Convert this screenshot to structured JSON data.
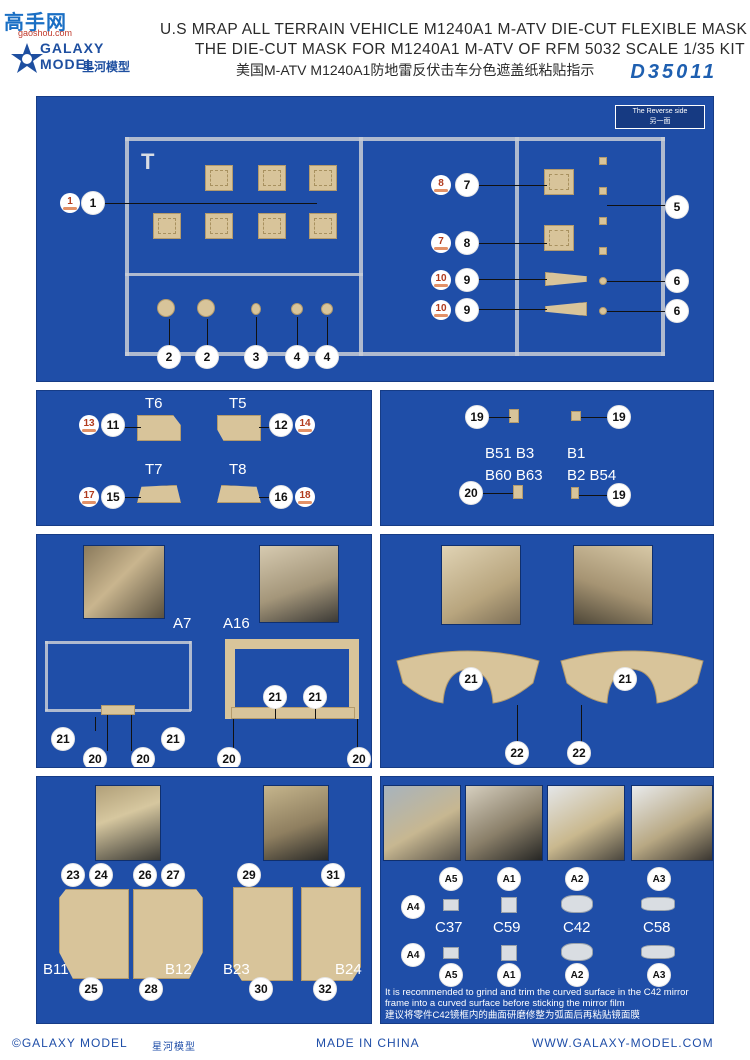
{
  "header": {
    "logo_cn": "高手网",
    "logo_site": "gaoshou.com",
    "brand": "GALAXY MODEL",
    "brand_cn": "星河模型",
    "title_line1": "U.S MRAP ALL TERRAIN VEHICLE M1240A1 M-ATV DIE-CUT FLEXIBLE MASK",
    "title_line2": "THE DIE-CUT MASK FOR M1240A1 M-ATV OF RFM 5032 SCALE 1/35 KIT",
    "title_line3": "美国M-ATV M1240A1防地雷反伏击车分色遮盖纸粘贴指示",
    "product_code": "D35011"
  },
  "panel_sprue": {
    "reverse_en": "The Reverse side",
    "reverse_cn": "另一面",
    "sprue_letter": "T",
    "callouts": [
      "1",
      "2",
      "2",
      "3",
      "4",
      "4",
      "5",
      "6",
      "6",
      "7",
      "8",
      "9",
      "9"
    ],
    "mask_refs": [
      "1",
      "8",
      "7",
      "10",
      "10"
    ]
  },
  "panel_t": {
    "labels": [
      "T6",
      "T5",
      "T7",
      "T8"
    ],
    "callouts": [
      "11",
      "12",
      "15",
      "16"
    ],
    "mask_refs": [
      "13",
      "14",
      "17",
      "18"
    ]
  },
  "panel_b": {
    "labels_row1": [
      "B51",
      "B3",
      "B1"
    ],
    "labels_row2": [
      "B60",
      "B63",
      "B2",
      "B54"
    ],
    "callouts": [
      "19",
      "19",
      "20",
      "19"
    ]
  },
  "panel_a": {
    "labels": [
      "A7",
      "A16"
    ],
    "callouts": [
      "21",
      "20",
      "20",
      "21",
      "21",
      "21",
      "20",
      "20"
    ]
  },
  "panel_fender": {
    "callouts": [
      "21",
      "21",
      "22",
      "22"
    ]
  },
  "panel_doors": {
    "labels": [
      "B11",
      "B12",
      "B23",
      "B24"
    ],
    "callouts": [
      "23",
      "24",
      "26",
      "27",
      "25",
      "28",
      "29",
      "31",
      "30",
      "32"
    ]
  },
  "panel_mirrors": {
    "top_callouts": [
      "A5",
      "A1",
      "A2",
      "A3"
    ],
    "side_callouts": [
      "A4",
      "A4"
    ],
    "labels": [
      "C37",
      "C59",
      "C42",
      "C58"
    ],
    "bottom_callouts": [
      "A5",
      "A1",
      "A2",
      "A3"
    ],
    "note_en": "It is recommended to grind and trim the curved surface in the C42 mirror frame into a curved surface before sticking the mirror film",
    "note_cn": "建议将零件C42镜框内的曲面研磨修整为弧面后再粘贴镜面膜"
  },
  "footer": {
    "left": "©GALAXY MODEL",
    "left_cn": "星河模型",
    "center": "MADE IN CHINA",
    "right": "WWW.GALAXY-MODEL.COM"
  },
  "colors": {
    "panel_blue": "#1f4ea8",
    "part_tan": "#d8c49a",
    "mask_orange": "#e39167",
    "brand_blue": "#1e4fa0"
  }
}
